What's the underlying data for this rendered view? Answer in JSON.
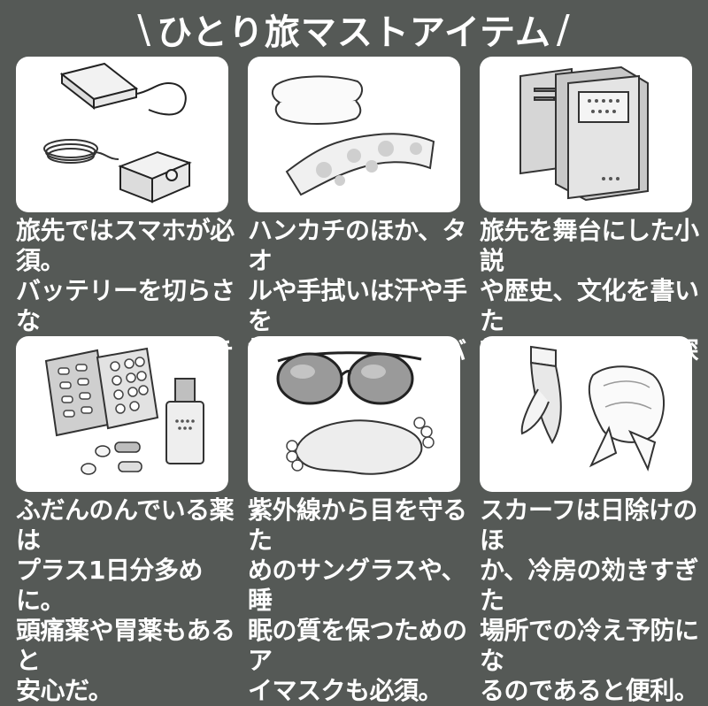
{
  "title": "ひとり旅マストアイテム",
  "title_slash_left": "\\",
  "title_slash_right": "/",
  "items": [
    {
      "icon": "battery-charger-icon",
      "caption": "旅先ではスマホが必須。\nバッテリーを切らさな\nいために充電アイテム\nは忘れずに。"
    },
    {
      "icon": "towel-handkerchief-icon",
      "caption": "ハンカチのほか、タオ\nルや手拭いは汗や手を\n拭く以外に、枕カバー\nとしても使える。"
    },
    {
      "icon": "books-icon",
      "caption": "旅先を舞台にした小説\nや歴史、文化を書いた\n新書を読むと旅を深く\n楽しめる。"
    },
    {
      "icon": "medicine-icon",
      "caption": "ふだんのんでいる薬は\nプラス1日分多めに。\n頭痛薬や胃薬もあると\n安心だ。"
    },
    {
      "icon": "sunglasses-eyemask-icon",
      "caption": "紫外線から目を守るた\nめのサングラスや、睡\n眠の質を保つためのア\nイマスクも必須。"
    },
    {
      "icon": "scarf-icon",
      "caption": "スカーフは日除けのほ\nか、冷房の効きすぎた\n場所での冷え予防にな\nるのであると便利。"
    }
  ]
}
